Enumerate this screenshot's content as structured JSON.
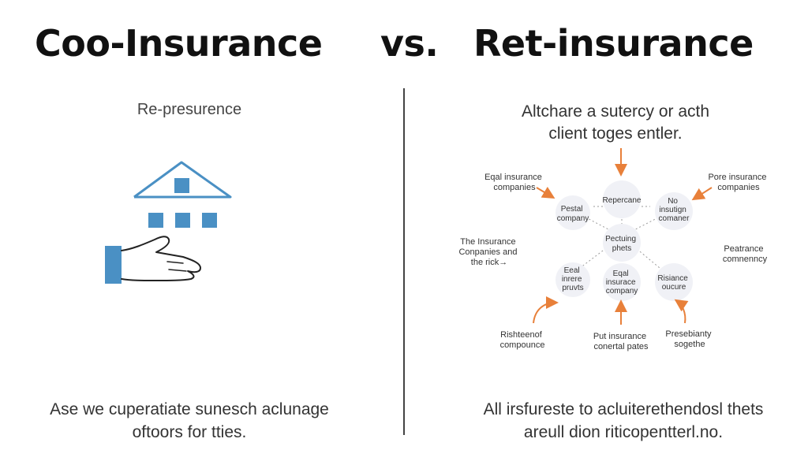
{
  "title": {
    "left": "Coo-Insurance",
    "vs": "vs.",
    "right": "Ret-insurance"
  },
  "left_panel": {
    "heading": "Re-presurence",
    "caption_line1": "Ase we cuperatiate sunesch aclunage",
    "caption_line2": "oftoors for tties."
  },
  "right_panel": {
    "heading_line1": "Altchare a sutercy or acth",
    "heading_line2": "client toges entler.",
    "caption_line1": "All irsfureste to acluiterethendosl thets",
    "caption_line2": "areull dion riticopentterl.no."
  },
  "diagram": {
    "center": [
      "Pectuing",
      "phets"
    ],
    "nodes": {
      "top": [
        "Repercane"
      ],
      "top_left": [
        "Pestal",
        "company"
      ],
      "top_right": [
        "No",
        "insutign",
        "comaner"
      ],
      "bottom_left": [
        "Eeal",
        "inrere",
        "pruvts"
      ],
      "bottom_center": [
        "Eqal",
        "insurace",
        "company"
      ],
      "bottom_right": [
        "Risiance",
        "oucure"
      ]
    },
    "labels": {
      "upper_left": [
        "Eqal insurance",
        "companies"
      ],
      "upper_right": [
        "Pore insurance",
        "companies"
      ],
      "mid_left": [
        "The Insurance",
        "Conpanies and",
        "the rick→"
      ],
      "mid_right": [
        "Peatrance",
        "comnenncy"
      ],
      "lower_left": [
        "Rishteenof",
        "compounce"
      ],
      "lower_center": [
        "Put insurance",
        "conertal pates"
      ],
      "lower_right": [
        "Presebianty",
        "sogethe"
      ]
    },
    "colors": {
      "arrow": "#e8803a",
      "node_fill": "#f0f1f6",
      "connector": "#9a9a9a"
    }
  },
  "illustration": {
    "colors": {
      "blue": "#4a90c4",
      "roof_stroke": "#4a90c4",
      "hand_stroke": "#222222"
    }
  }
}
